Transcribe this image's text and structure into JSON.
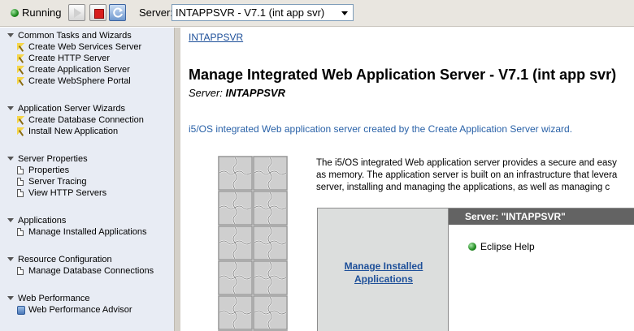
{
  "toolbar": {
    "status": "Running",
    "server_label": "Server:",
    "server_selected": "INTAPPSVR - V7.1 (int app svr)"
  },
  "nav": {
    "sections": [
      {
        "heading": "Common Tasks and Wizards",
        "items": [
          "Create Web Services Server",
          "Create HTTP Server",
          "Create Application Server",
          "Create WebSphere Portal"
        ]
      },
      {
        "heading": "Application Server Wizards",
        "items": [
          "Create Database Connection",
          "Install New Application"
        ]
      },
      {
        "heading": "Server Properties",
        "items": [
          "Properties",
          "Server Tracing",
          "View HTTP Servers"
        ]
      },
      {
        "heading": "Applications",
        "items": [
          "Manage Installed Applications"
        ]
      },
      {
        "heading": "Resource Configuration",
        "items": [
          "Manage Database Connections"
        ]
      },
      {
        "heading": "Web Performance",
        "items": [
          "Web Performance Advisor"
        ]
      }
    ]
  },
  "main": {
    "breadcrumb": "INTAPPSVR",
    "title": "Manage Integrated Web Application Server - V7.1 (int app svr)",
    "subtitle_label": "Server:",
    "subtitle_value": "INTAPPSVR",
    "description": "i5/OS integrated Web application server created by the Create Application Server wizard.",
    "intro_lines": [
      "The i5/OS integrated Web application server provides a secure and easy",
      "as memory. The application server is built on an infrastructure that levera",
      "server, installing and managing the applications, as well as managing c"
    ],
    "manage_link_line1": "Manage Installed",
    "manage_link_line2": "Applications",
    "server_header": "Server: \"INTAPPSVR\"",
    "eclipse_help": "Eclipse Help"
  }
}
